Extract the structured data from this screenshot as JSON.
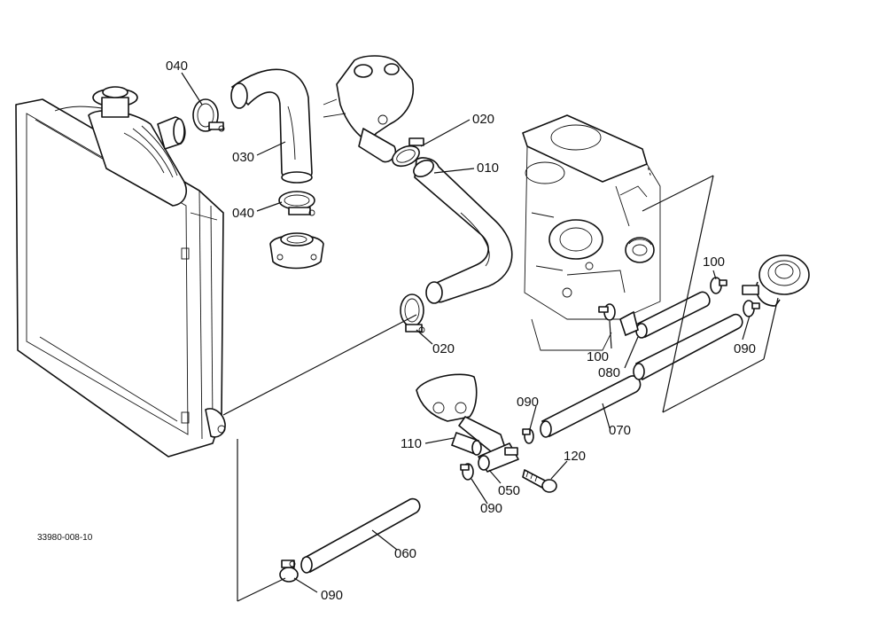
{
  "diagram": {
    "drawing_code": "33980-008-10",
    "callouts": [
      {
        "id": "010",
        "text": "010"
      },
      {
        "id": "020a",
        "text": "020"
      },
      {
        "id": "020b",
        "text": "020"
      },
      {
        "id": "030",
        "text": "030"
      },
      {
        "id": "040a",
        "text": "040"
      },
      {
        "id": "040b",
        "text": "040"
      },
      {
        "id": "050",
        "text": "050"
      },
      {
        "id": "060",
        "text": "060"
      },
      {
        "id": "070",
        "text": "070"
      },
      {
        "id": "080",
        "text": "080"
      },
      {
        "id": "090a",
        "text": "090"
      },
      {
        "id": "090b",
        "text": "090"
      },
      {
        "id": "090c",
        "text": "090"
      },
      {
        "id": "090d",
        "text": "090"
      },
      {
        "id": "100a",
        "text": "100"
      },
      {
        "id": "100b",
        "text": "100"
      },
      {
        "id": "110",
        "text": "110"
      },
      {
        "id": "120",
        "text": "120"
      }
    ]
  }
}
